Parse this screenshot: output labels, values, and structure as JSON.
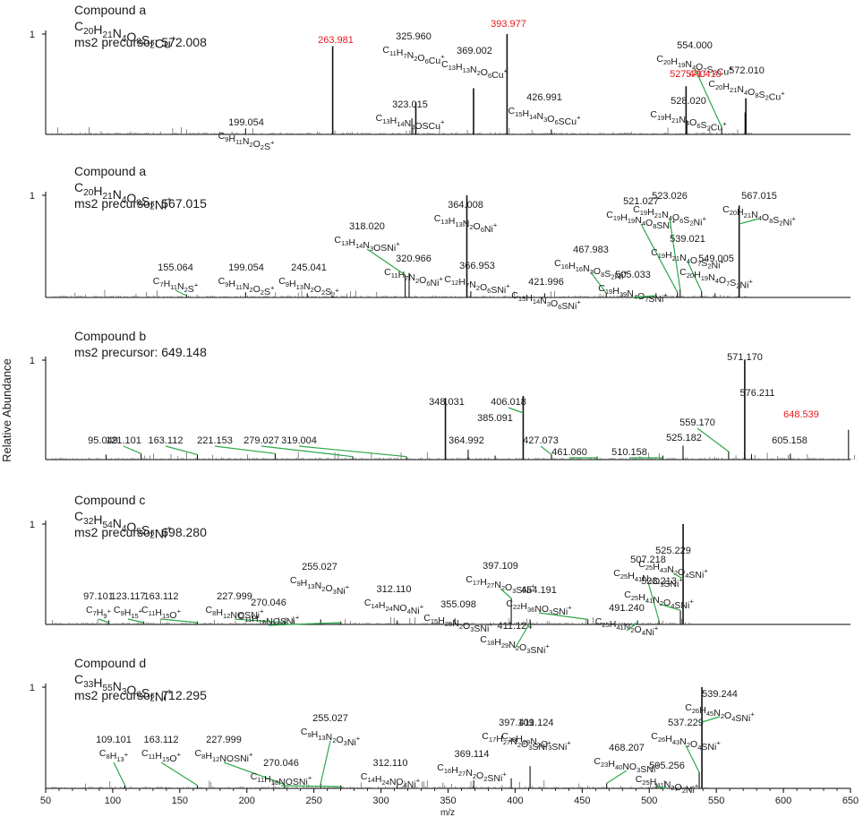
{
  "colors": {
    "text": "#1a1a1a",
    "axis": "#000000",
    "peak": "#111111",
    "highlight": "#e8191e",
    "leader": "#2ea84a",
    "noise": "#555555"
  },
  "xaxis": {
    "label": "m/z",
    "min": 50,
    "max": 650,
    "ticks": [
      "50",
      "100",
      "150",
      "200",
      "250",
      "300",
      "350",
      "400",
      "450",
      "500",
      "550",
      "600",
      "650"
    ]
  },
  "ylabel": "Relative Abundance",
  "chart_data": [
    {
      "type": "bar",
      "title": "Compound a",
      "formula": {
        "main": "C",
        "sub1": "20",
        "a": "H",
        "sub2": "21",
        "b": "N",
        "sub3": "4",
        "c": "O",
        "sub4": "8",
        "d": "S",
        "sub5": "2",
        "e": "Cu",
        "sup": "+"
      },
      "precursor": "ms2 precursor: 572.008",
      "ytick": "1",
      "peaks": [
        {
          "mz": 199.054,
          "y": 0.06,
          "label": "199.054",
          "formula": [
            "C",
            "9",
            "H",
            "11",
            "N",
            "2",
            "O",
            "2",
            "S",
            "+"
          ]
        },
        {
          "mz": 263.981,
          "y": 0.88,
          "label": "263.981",
          "red": true
        },
        {
          "mz": 323.015,
          "y": 0.16,
          "label": "323.015",
          "formula": [
            "C",
            "13",
            "H",
            "14",
            "N",
            "3",
            "OSCu",
            "+"
          ]
        },
        {
          "mz": 325.96,
          "y": 0.32,
          "label": "325.960",
          "formula": [
            "C",
            "11",
            "H",
            "7",
            "N",
            "2",
            "O",
            "6",
            "Cu",
            "+"
          ]
        },
        {
          "mz": 369.002,
          "y": 0.46,
          "label": "369.002",
          "formula": [
            "C",
            "13",
            "H",
            "13",
            "N",
            "2",
            "O",
            "6",
            "Cu",
            "+"
          ]
        },
        {
          "mz": 393.977,
          "y": 1.0,
          "label": "393.977",
          "red": true
        },
        {
          "mz": 426.991,
          "y": 0.05,
          "label": "426.991",
          "formula": [
            "C",
            "15",
            "H",
            "14",
            "N",
            "3",
            "O",
            "6",
            "SCu",
            "+"
          ]
        },
        {
          "mz": 527.44,
          "y": 0.48,
          "label": "527.440",
          "red": true
        },
        {
          "mz": 528.02,
          "y": 0.14,
          "label": "528.020",
          "formula": [
            "C",
            "19",
            "H",
            "21",
            "N",
            "4",
            "O",
            "6",
            "S",
            "2",
            "Cu",
            "+"
          ]
        },
        {
          "mz": 554.0,
          "y": 0.07,
          "label": "554.000",
          "formula": [
            "C",
            "20",
            "H",
            "19",
            "N",
            "4",
            "O",
            "7",
            "S",
            "2",
            "Cu",
            "+"
          ]
        },
        {
          "mz": 571.41,
          "y": 0.22,
          "label": "571.410",
          "red": true
        },
        {
          "mz": 572.01,
          "y": 0.36,
          "label": "572.010",
          "formula": [
            "C",
            "20",
            "H",
            "21",
            "N",
            "4",
            "O",
            "8",
            "S",
            "2",
            "Cu",
            "+"
          ]
        }
      ]
    },
    {
      "type": "bar",
      "title": "Compound a",
      "formula": {
        "main": "C",
        "sub1": "20",
        "a": "H",
        "sub2": "21",
        "b": "N",
        "sub3": "4",
        "c": "O",
        "sub4": "8",
        "d": "S",
        "sub5": "2",
        "e": "Ni",
        "sup": "+"
      },
      "precursor": "ms2 precursor: 567.015",
      "ytick": "1",
      "peaks": [
        {
          "mz": 155.064,
          "y": 0.03,
          "label": "155.064",
          "formula": [
            "C",
            "7",
            "H",
            "11",
            "N",
            "2",
            "S",
            "+"
          ]
        },
        {
          "mz": 199.054,
          "y": 0.05,
          "label": "199.054",
          "formula": [
            "C",
            "9",
            "H",
            "11",
            "N",
            "2",
            "O",
            "2",
            "S",
            "+"
          ]
        },
        {
          "mz": 245.041,
          "y": 0.04,
          "label": "245.041",
          "formula": [
            "C",
            "9",
            "H",
            "13",
            "N",
            "2",
            "O",
            "2",
            "S",
            "2",
            "+"
          ]
        },
        {
          "mz": 318.02,
          "y": 0.22,
          "label": "318.020",
          "formula": [
            "C",
            "13",
            "H",
            "14",
            "N",
            "3",
            "OSNi",
            "+"
          ]
        },
        {
          "mz": 320.966,
          "y": 0.24,
          "label": "320.966",
          "formula": [
            "C",
            "11",
            "H",
            "7",
            "N",
            "2",
            "O",
            "6",
            "Ni",
            "+"
          ]
        },
        {
          "mz": 364.008,
          "y": 1.0,
          "label": "364.008",
          "formula": [
            "C",
            "13",
            "H",
            "13",
            "N",
            "2",
            "O",
            "6",
            "Ni",
            "+"
          ]
        },
        {
          "mz": 366.953,
          "y": 0.06,
          "label": "366.953",
          "formula": [
            "C",
            "12",
            "H",
            "7",
            "N",
            "2",
            "O",
            "6",
            "SNi",
            "+"
          ]
        },
        {
          "mz": 421.996,
          "y": 0.04,
          "label": "421.996",
          "formula": [
            "C",
            "15",
            "H",
            "14",
            "N",
            "3",
            "O",
            "6",
            "SNi",
            "+"
          ]
        },
        {
          "mz": 467.983,
          "y": 0.04,
          "label": "467.983",
          "formula": [
            "C",
            "16",
            "H",
            "16",
            "N",
            "3",
            "O",
            "8",
            "S",
            "2",
            "Ni",
            "+"
          ]
        },
        {
          "mz": 505.033,
          "y": 0.04,
          "label": "505.033",
          "formula": [
            "C",
            "19",
            "H",
            "19",
            "N",
            "4",
            "O",
            "7",
            "SNi",
            "+"
          ]
        },
        {
          "mz": 521.027,
          "y": 0.05,
          "label": "521.027",
          "formula": [
            "C",
            "19",
            "H",
            "19",
            "N",
            "4",
            "O",
            "8",
            "SNi",
            "+"
          ]
        },
        {
          "mz": 523.026,
          "y": 0.08,
          "label": "523.026",
          "formula": [
            "C",
            "19",
            "H",
            "21",
            "N",
            "4",
            "O",
            "6",
            "S",
            "2",
            "Ni",
            "+"
          ]
        },
        {
          "mz": 539.021,
          "y": 0.06,
          "label": "539.021",
          "formula": [
            "C",
            "19",
            "H",
            "21",
            "N",
            "4",
            "O",
            "7",
            "S",
            "2",
            "Ni",
            "+"
          ]
        },
        {
          "mz": 549.005,
          "y": 0.04,
          "label": "549.005",
          "formula": [
            "C",
            "20",
            "H",
            "19",
            "N",
            "4",
            "O",
            "7",
            "S",
            "2",
            "Ni",
            "+"
          ]
        },
        {
          "mz": 567.015,
          "y": 0.9,
          "label": "567.015",
          "formula": [
            "C",
            "20",
            "H",
            "21",
            "N",
            "4",
            "O",
            "8",
            "S",
            "2",
            "Ni",
            "+"
          ]
        }
      ]
    },
    {
      "type": "bar",
      "title": "Compound b",
      "formula": null,
      "precursor": "ms2 precursor: 649.148",
      "ytick": "1",
      "peaks": [
        {
          "mz": 95.049,
          "y": 0.05,
          "label": "95.049"
        },
        {
          "mz": 121.101,
          "y": 0.06,
          "label": "121.101"
        },
        {
          "mz": 163.112,
          "y": 0.05,
          "label": "163.112"
        },
        {
          "mz": 221.153,
          "y": 0.06,
          "label": "221.153"
        },
        {
          "mz": 279.027,
          "y": 0.03,
          "label": "279.027"
        },
        {
          "mz": 319.004,
          "y": 0.03,
          "label": "319.004"
        },
        {
          "mz": 348.031,
          "y": 0.62,
          "label": "348.031"
        },
        {
          "mz": 364.992,
          "y": 0.1,
          "label": "364.992"
        },
        {
          "mz": 385.091,
          "y": 0.04,
          "label": "385.091"
        },
        {
          "mz": 406.018,
          "y": 0.64,
          "label": "406.018"
        },
        {
          "mz": 427.073,
          "y": 0.05,
          "label": "427.073"
        },
        {
          "mz": 461.06,
          "y": 0.03,
          "label": "461.060"
        },
        {
          "mz": 510.158,
          "y": 0.04,
          "label": "510.158"
        },
        {
          "mz": 525.182,
          "y": 0.14,
          "label": "525.182"
        },
        {
          "mz": 559.17,
          "y": 0.08,
          "label": "559.170"
        },
        {
          "mz": 571.17,
          "y": 1.0,
          "label": "571.170"
        },
        {
          "mz": 576.211,
          "y": 0.05,
          "label": "576.211"
        },
        {
          "mz": 605.158,
          "y": 0.06,
          "label": "605.158"
        },
        {
          "mz": 648.539,
          "y": 0.3,
          "label": "648.539",
          "red": true
        }
      ]
    },
    {
      "type": "bar",
      "title": "Compound c",
      "formula": {
        "main": "C",
        "sub1": "32",
        "a": "H",
        "sub2": "54",
        "b": "N",
        "sub3": "4",
        "c": "O",
        "sub4": "5",
        "d": "S",
        "sub5": "2",
        "e": "Ni",
        "sup": "+"
      },
      "precursor": "ms2 precursor: 698.280",
      "ytick": "1",
      "peaks": [
        {
          "mz": 97.101,
          "y": 0.04,
          "label": "97.101",
          "formula": [
            "C",
            "7",
            "H",
            "9",
            "+"
          ]
        },
        {
          "mz": 123.117,
          "y": 0.03,
          "label": "123.117",
          "formula": [
            "C",
            "9",
            "H",
            "15",
            "+"
          ]
        },
        {
          "mz": 163.112,
          "y": 0.03,
          "label": "163.112",
          "formula": [
            "C",
            "11",
            "H",
            "15",
            "O",
            "+"
          ]
        },
        {
          "mz": 227.999,
          "y": 0.04,
          "label": "227.999",
          "formula": [
            "C",
            "8",
            "H",
            "12",
            "NOSNi",
            "+"
          ]
        },
        {
          "mz": 255.027,
          "y": 0.05,
          "label": "255.027",
          "formula": [
            "C",
            "9",
            "H",
            "13",
            "N",
            "2",
            "O",
            "3",
            "Ni",
            "+"
          ]
        },
        {
          "mz": 270.046,
          "y": 0.03,
          "label": "270.046",
          "formula": [
            "C",
            "11",
            "H",
            "18",
            "NOSNi",
            "+"
          ]
        },
        {
          "mz": 312.11,
          "y": 0.04,
          "label": "312.110",
          "formula": [
            "C",
            "14",
            "H",
            "24",
            "NO",
            "4",
            "Ni",
            "+"
          ]
        },
        {
          "mz": 355.098,
          "y": 0.06,
          "label": "355.098",
          "formula": [
            "C",
            "15",
            "H",
            "25",
            "N",
            "2",
            "O",
            "3",
            "SNi",
            "+"
          ]
        },
        {
          "mz": 397.109,
          "y": 0.26,
          "label": "397.109",
          "formula": [
            "C",
            "17",
            "H",
            "27",
            "N",
            "2",
            "O",
            "3",
            "SNi",
            "+"
          ]
        },
        {
          "mz": 411.124,
          "y": 0.05,
          "label": "411.124",
          "formula": [
            "C",
            "18",
            "H",
            "29",
            "N",
            "2",
            "O",
            "3",
            "SNi",
            "+"
          ]
        },
        {
          "mz": 454.191,
          "y": 0.05,
          "label": "454.191",
          "formula": [
            "C",
            "22",
            "H",
            "36",
            "NO",
            "3",
            "SNi",
            "+"
          ]
        },
        {
          "mz": 491.24,
          "y": 0.04,
          "label": "491.240",
          "formula": [
            "C",
            "25",
            "H",
            "41",
            "N",
            "2",
            "O",
            "4",
            "Ni",
            "+"
          ]
        },
        {
          "mz": 507.218,
          "y": 0.04,
          "label": "507.218",
          "formula": [
            "C",
            "25",
            "H",
            "41",
            "N",
            "2",
            "O",
            "3",
            "SNi",
            "+"
          ]
        },
        {
          "mz": 523.213,
          "y": 0.14,
          "label": "523.213",
          "formula": [
            "C",
            "25",
            "H",
            "41",
            "N",
            "2",
            "O",
            "4",
            "SNi",
            "+"
          ]
        },
        {
          "mz": 525.229,
          "y": 1.0,
          "label": "525.229",
          "formula": [
            "C",
            "25",
            "H",
            "43",
            "N",
            "2",
            "O",
            "4",
            "SNi",
            "+"
          ]
        }
      ]
    },
    {
      "type": "bar",
      "title": "Compound d",
      "formula": {
        "main": "C",
        "sub1": "33",
        "a": "H",
        "sub2": "55",
        "b": "N",
        "sub3": "3",
        "c": "O",
        "sub4": "6",
        "d": "S",
        "sub5": "2",
        "e": "Ni",
        "sup": "+"
      },
      "precursor": "ms2 precursor: 712.295",
      "ytick": "1",
      "peaks": [
        {
          "mz": 109.101,
          "y": 0.03,
          "label": "109.101",
          "formula": [
            "C",
            "8",
            "H",
            "13",
            "+"
          ]
        },
        {
          "mz": 163.112,
          "y": 0.03,
          "label": "163.112",
          "formula": [
            "C",
            "11",
            "H",
            "15",
            "O",
            "+"
          ]
        },
        {
          "mz": 227.999,
          "y": 0.04,
          "label": "227.999",
          "formula": [
            "C",
            "8",
            "H",
            "12",
            "NOSNi",
            "+"
          ]
        },
        {
          "mz": 255.027,
          "y": 0.05,
          "label": "255.027",
          "formula": [
            "C",
            "9",
            "H",
            "13",
            "N",
            "2",
            "O",
            "3",
            "Ni",
            "+"
          ]
        },
        {
          "mz": 270.046,
          "y": 0.03,
          "label": "270.046",
          "formula": [
            "C",
            "11",
            "H",
            "18",
            "NOSNi",
            "+"
          ]
        },
        {
          "mz": 312.11,
          "y": 0.04,
          "label": "312.110",
          "formula": [
            "C",
            "14",
            "H",
            "24",
            "NO",
            "4",
            "Ni",
            "+"
          ]
        },
        {
          "mz": 369.114,
          "y": 0.08,
          "label": "369.114",
          "formula": [
            "C",
            "16",
            "H",
            "27",
            "N",
            "2",
            "O",
            "2",
            "SNi",
            "+"
          ]
        },
        {
          "mz": 397.109,
          "y": 0.1,
          "label": "397.109",
          "formula": [
            "C",
            "17",
            "H",
            "27",
            "N",
            "2",
            "O",
            "3",
            "SNi",
            "+"
          ]
        },
        {
          "mz": 411.124,
          "y": 0.22,
          "label": "411.124",
          "formula": [
            "C",
            "18",
            "H",
            "29",
            "N",
            "2",
            "O",
            "3",
            "SNi",
            "+"
          ]
        },
        {
          "mz": 468.207,
          "y": 0.05,
          "label": "468.207",
          "formula": [
            "C",
            "23",
            "H",
            "40",
            "NO",
            "3",
            "SNi",
            "+"
          ]
        },
        {
          "mz": 505.256,
          "y": 0.05,
          "label": "505.256",
          "formula": [
            "C",
            "25",
            "H",
            "41",
            "N",
            "2",
            "O",
            "2",
            "Ni",
            "+"
          ]
        },
        {
          "mz": 537.229,
          "y": 0.16,
          "label": "537.229",
          "formula": [
            "C",
            "26",
            "H",
            "43",
            "N",
            "2",
            "O",
            "4",
            "SNi",
            "+"
          ]
        },
        {
          "mz": 539.244,
          "y": 1.0,
          "label": "539.244",
          "formula": [
            "C",
            "26",
            "H",
            "45",
            "N",
            "2",
            "O",
            "4",
            "SNi",
            "+"
          ]
        }
      ]
    }
  ]
}
